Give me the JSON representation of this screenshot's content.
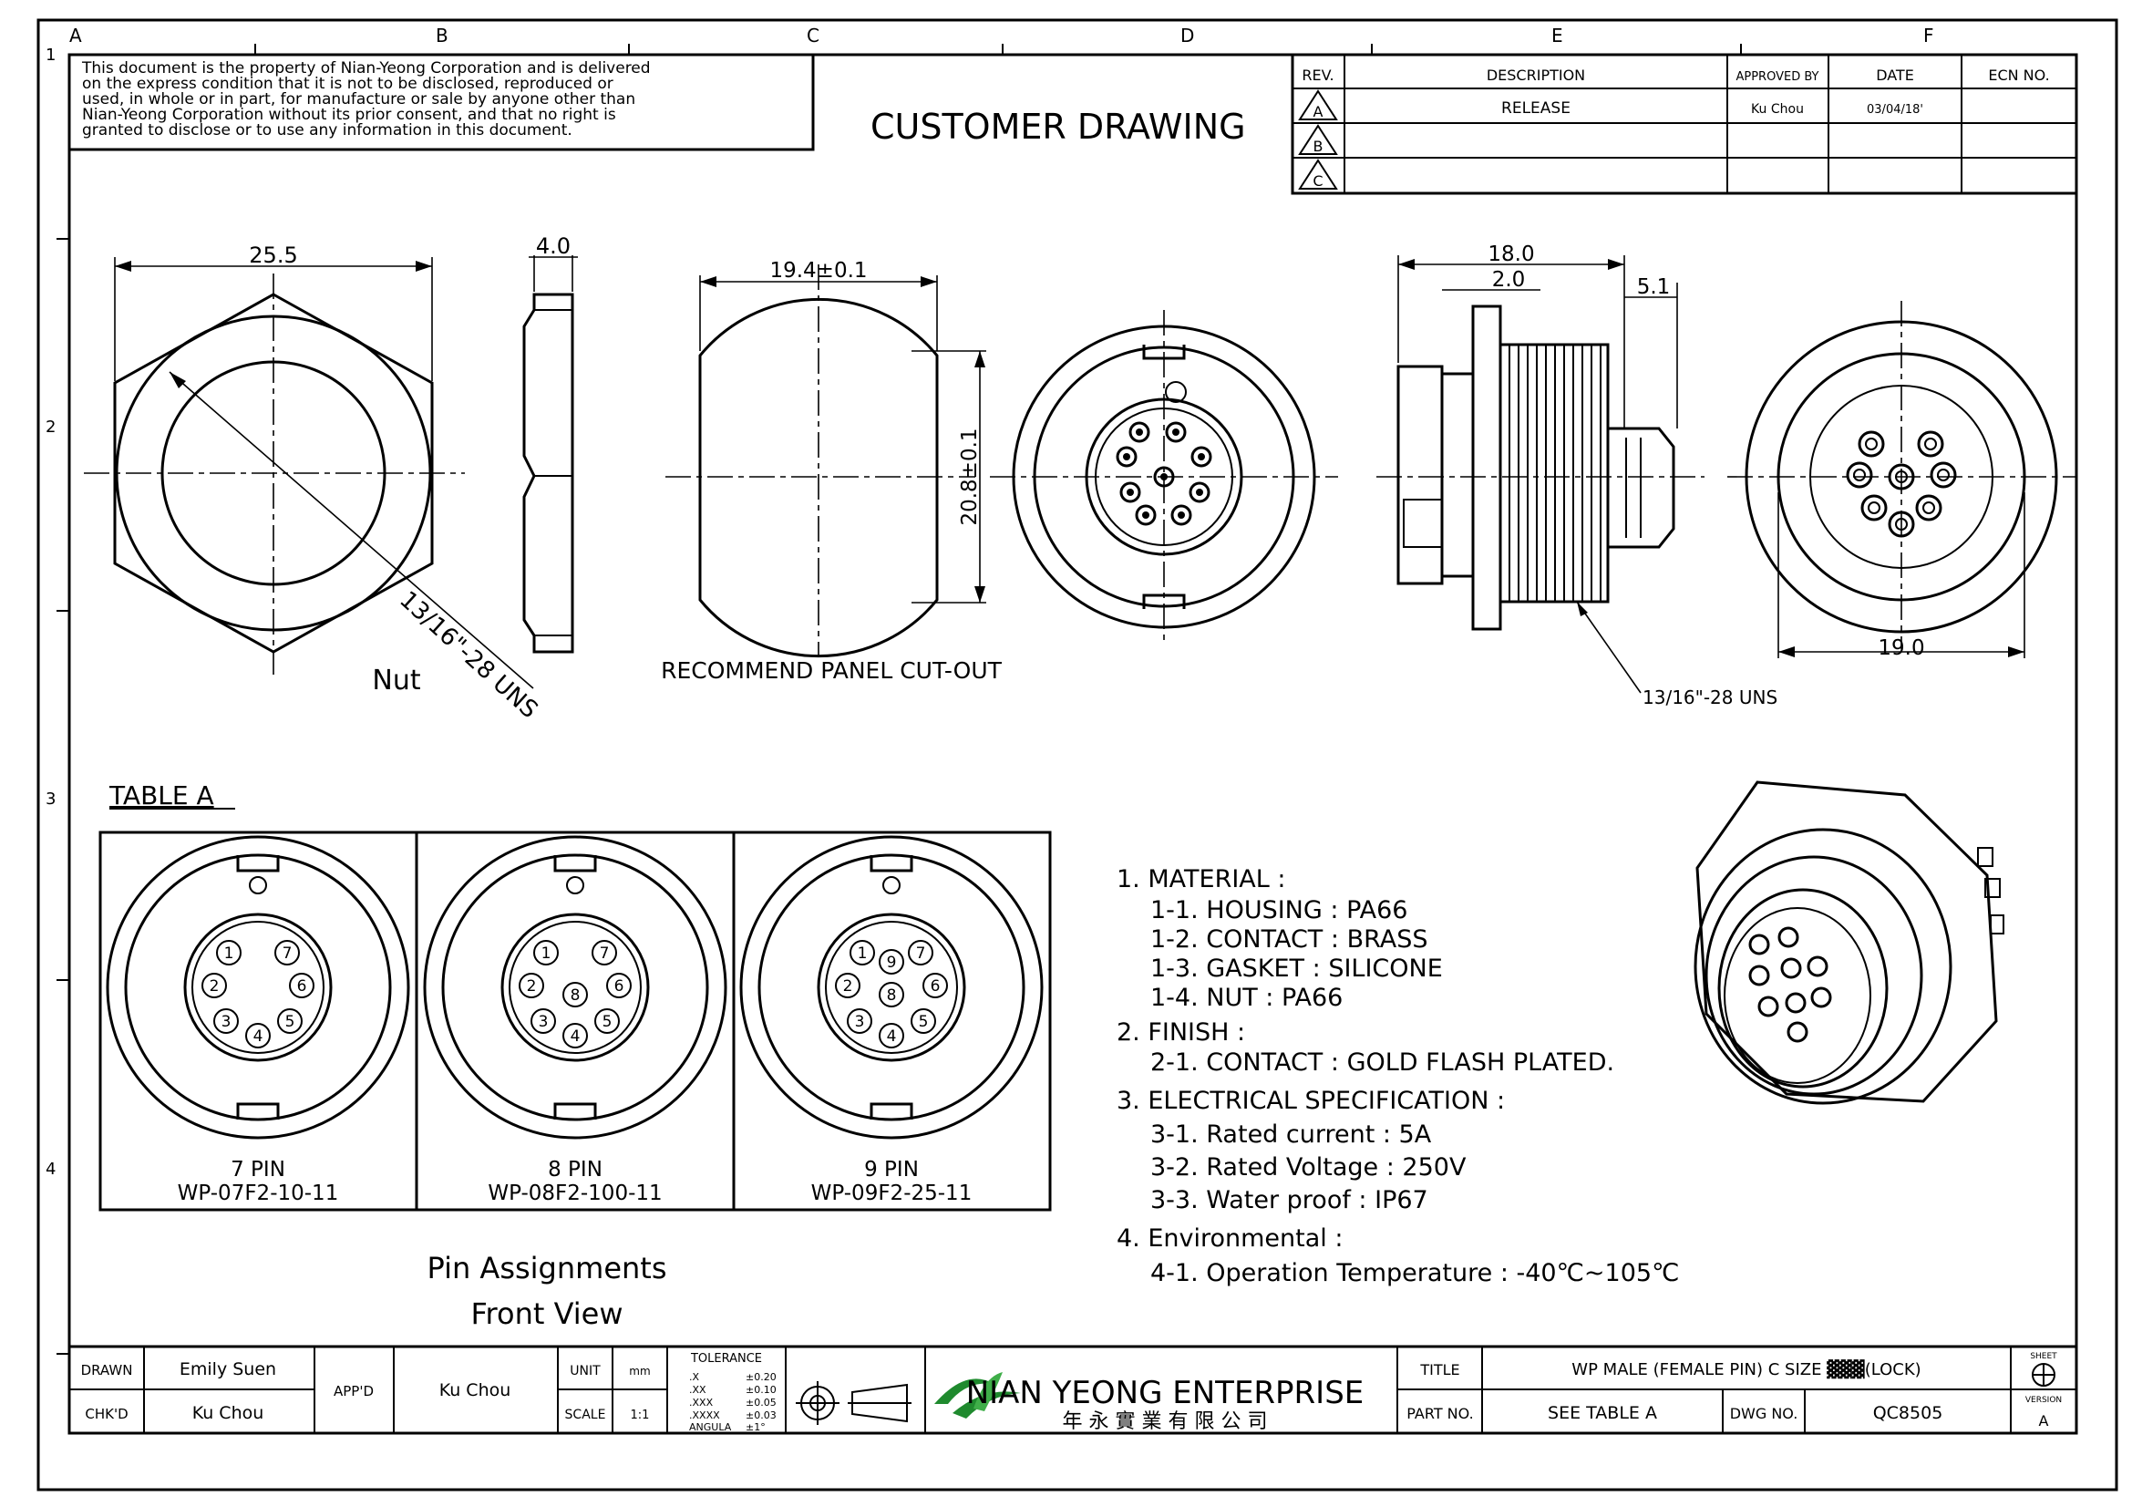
{
  "border": {
    "columns": [
      "A",
      "B",
      "C",
      "D",
      "E",
      "F"
    ],
    "rows": [
      "1",
      "2",
      "3",
      "4"
    ]
  },
  "notice": {
    "lines": [
      "This document is the property of Nian-Yeong Corporation and is delivered",
      "on  the  express condition that it is not to be disclosed, reproduced or",
      "used, in whole or in part, for manufacture or sale by anyone other than",
      "Nian-Yeong Corporation without  its prior consent, and that  no right  is",
      "granted  to  disclose  or  to  use  any  information  in  this   document."
    ]
  },
  "heading": "CUSTOMER  DRAWING",
  "revision_table": {
    "headers": [
      "REV.",
      "DESCRIPTION",
      "APPROVED BY",
      "DATE",
      "ECN NO."
    ],
    "rows": [
      {
        "rev": "A",
        "description": "RELEASE",
        "approved": "Ku Chou",
        "date": "03/04/18'",
        "ecn": ""
      },
      {
        "rev": "B",
        "description": "",
        "approved": "",
        "date": "",
        "ecn": ""
      },
      {
        "rev": "C",
        "description": "",
        "approved": "",
        "date": "",
        "ecn": ""
      }
    ]
  },
  "views": {
    "nut": {
      "dim_width": "25.5",
      "dim_thread": "13/16\"-28 UNS",
      "label": "Nut",
      "dim_thickness": "4.0"
    },
    "cutout": {
      "dim_width": "19.4±0.1",
      "dim_height": "20.8±0.1",
      "label": "RECOMMEND  PANEL  CUT-OUT"
    },
    "side": {
      "dim_length": "18.0",
      "dim_flange": "2.0",
      "dim_tail": "5.1",
      "dim_thread": "13/16\"-28 UNS"
    },
    "rear": {
      "dim_width": "19.0"
    }
  },
  "table_a": {
    "title": "TABLE  A",
    "cells": [
      {
        "pins": "7 PIN",
        "part": "WP-07F2-10-11",
        "labels": [
          "1",
          "2",
          "3",
          "4",
          "5",
          "6",
          "7"
        ]
      },
      {
        "pins": "8 PIN",
        "part": "WP-08F2-100-11",
        "labels": [
          "1",
          "2",
          "3",
          "4",
          "5",
          "6",
          "7",
          "8"
        ]
      },
      {
        "pins": "9 PIN",
        "part": "WP-09F2-25-11",
        "labels": [
          "1",
          "2",
          "3",
          "4",
          "5",
          "6",
          "7",
          "8",
          "9"
        ]
      }
    ],
    "caption_1": "Pin  Assignments",
    "caption_2": "Front  View"
  },
  "notes": [
    "1.  MATERIAL  :",
    "1-1.  HOUSING  :  PA66",
    "1-2.  CONTACT  :  BRASS",
    "1-3.  GASKET  :  SILICONE",
    "1-4.  NUT  :  PA66",
    "2.  FINISH  :",
    "2-1.  CONTACT  :  GOLD  FLASH  PLATED.",
    "3.  ELECTRICAL  SPECIFICATION  :",
    "3-1.  Rated  current  :  5A",
    "3-2.  Rated  Voltage  :  250V",
    "3-3.  Water  proof  :  IP67",
    "4.  Environmental  :",
    "4-1.  Operation  Temperature  :  -40℃~105℃"
  ],
  "title_block": {
    "drawn_label": "DRAWN",
    "drawn_name": "Emily Suen",
    "chkd_label": "CHK'D",
    "chkd_name": "Ku Chou",
    "appd_label": "APP'D",
    "appd_name": "Ku Chou",
    "unit_label": "UNIT",
    "unit_value": "mm",
    "scale_label": "SCALE",
    "scale_value": "1:1",
    "tolerance_title": "TOLERANCE",
    "tolerance_rows": [
      {
        "k": ".X",
        "v": "±0.20"
      },
      {
        "k": ".XX",
        "v": "±0.10"
      },
      {
        "k": ".XXX",
        "v": "±0.05"
      },
      {
        "k": ".XXXX",
        "v": "±0.03"
      },
      {
        "k": "ANGULA",
        "v": "±1°"
      }
    ],
    "company_en": "NIAN YEONG ENTERPRISE",
    "company_zh": "年 永 實 業 有 限 公 司",
    "title_label": "TITLE",
    "title_value": "WP MALE (FEMALE PIN) C SIZE ▓▓▓(LOCK)",
    "part_label": "PART NO.",
    "part_value": "SEE TABLE A",
    "dwg_label": "DWG NO.",
    "dwg_value": "QC8505",
    "sheet_label": "SHEET",
    "version_label": "VERSION",
    "version_value": "A"
  }
}
